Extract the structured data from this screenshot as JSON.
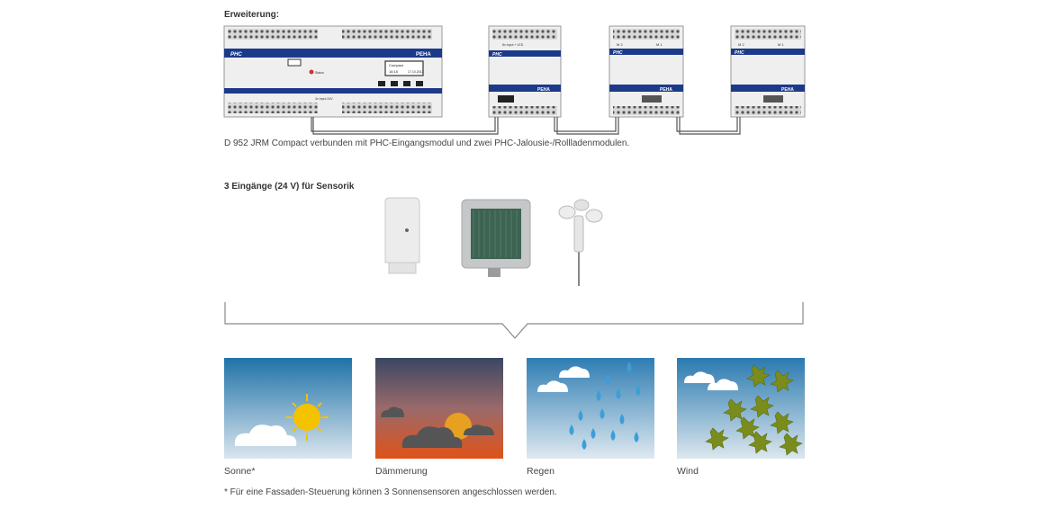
{
  "section1": {
    "heading": "Erweiterung:",
    "caption": "D 952 JRM Compact verbunden mit PHC-Eingangsmodul und zwei PHC-Jalousie-/Rollladenmodulen.",
    "main_module": {
      "brand": "PHC",
      "maker": "PEHA",
      "display_line1": "Compact",
      "display_line2": "16:15",
      "display_line3": "17.10.2013",
      "bottom_label": "3x Input 24V",
      "status_label": "Status"
    },
    "module_brand": "PHC",
    "module_maker": "PEHA",
    "input_module_label": "8x Input + LED",
    "motor_labels": [
      "M 2",
      "M 1"
    ]
  },
  "section2": {
    "heading": "3 Eingänge (24 V) für Sensorik",
    "devices": [
      "light-sensor",
      "rain-sensor",
      "wind-sensor"
    ]
  },
  "weather": [
    {
      "label": "Sonne*",
      "sky": [
        "#1f72a8",
        "#dbe6ee"
      ]
    },
    {
      "label": "Dämmerung",
      "sky": [
        "#3a4763",
        "#e0521a"
      ]
    },
    {
      "label": "Regen",
      "sky": [
        "#2e7db3",
        "#dfe9f0"
      ]
    },
    {
      "label": "Wind",
      "sky": [
        "#2a7ab0",
        "#dce7ee"
      ]
    }
  ],
  "footnote": "* Für eine Fassaden-Steuerung können 3 Sonnensensoren angeschlossen werden."
}
